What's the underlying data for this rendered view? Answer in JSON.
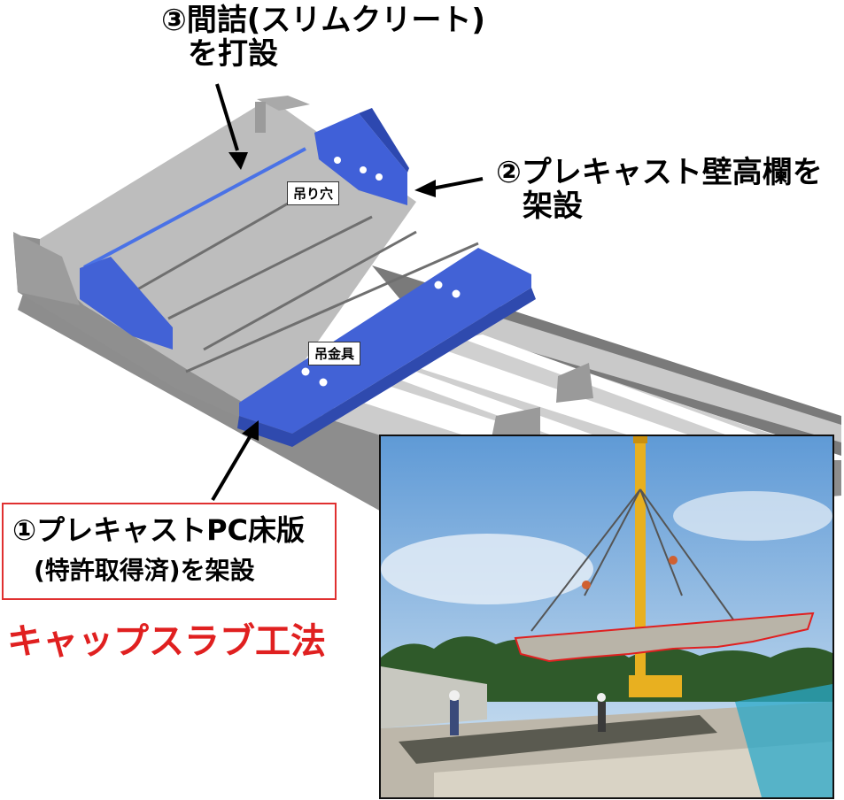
{
  "steps": {
    "step3_line1": "③間詰(スリムクリート)",
    "step3_line2": "を打設",
    "step2_line1": "②プレキャスト壁高欄を",
    "step2_line2": "架設",
    "step1_line1": "①プレキャストPC床版",
    "step1_line2": "(特許取得済)を架設"
  },
  "tags": {
    "lifting_hole": "吊り穴",
    "lifting_fitting": "吊金具"
  },
  "method_title": "キャップスラブ工法",
  "colors": {
    "accent_red": "#e02020",
    "precast_blue": "#4060d8",
    "slab_gray": "#b5b5b5"
  }
}
